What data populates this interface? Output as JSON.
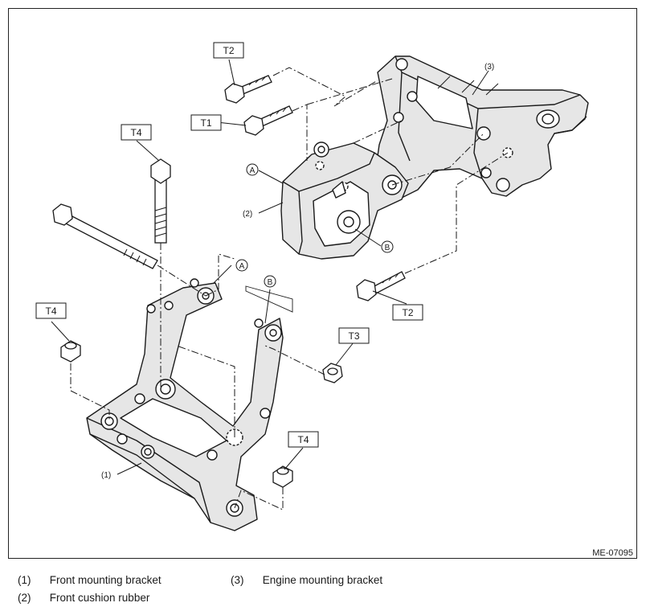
{
  "figure": {
    "code": "ME-07095",
    "torque_tags": {
      "t2_top": "T2",
      "t1": "T1",
      "t4_bolt": "T4",
      "t4_left_nut": "T4",
      "t3": "T3",
      "t2_right": "T2",
      "t4_bottom_nut": "T4"
    },
    "callouts": {
      "a_upper": "A",
      "a_lower": "A",
      "b_upper": "B",
      "b_lower": "B",
      "part_1": "(1)",
      "part_2": "(2)",
      "part_3": "(3)"
    }
  },
  "legend": [
    {
      "num": "(1)",
      "text": "Front mounting bracket"
    },
    {
      "num": "(2)",
      "text": "Front cushion rubber"
    },
    {
      "num": "(3)",
      "text": "Engine mounting bracket"
    }
  ],
  "colors": {
    "line": "#1a1a1a",
    "shade": "#e6e6e6",
    "background": "#ffffff"
  }
}
